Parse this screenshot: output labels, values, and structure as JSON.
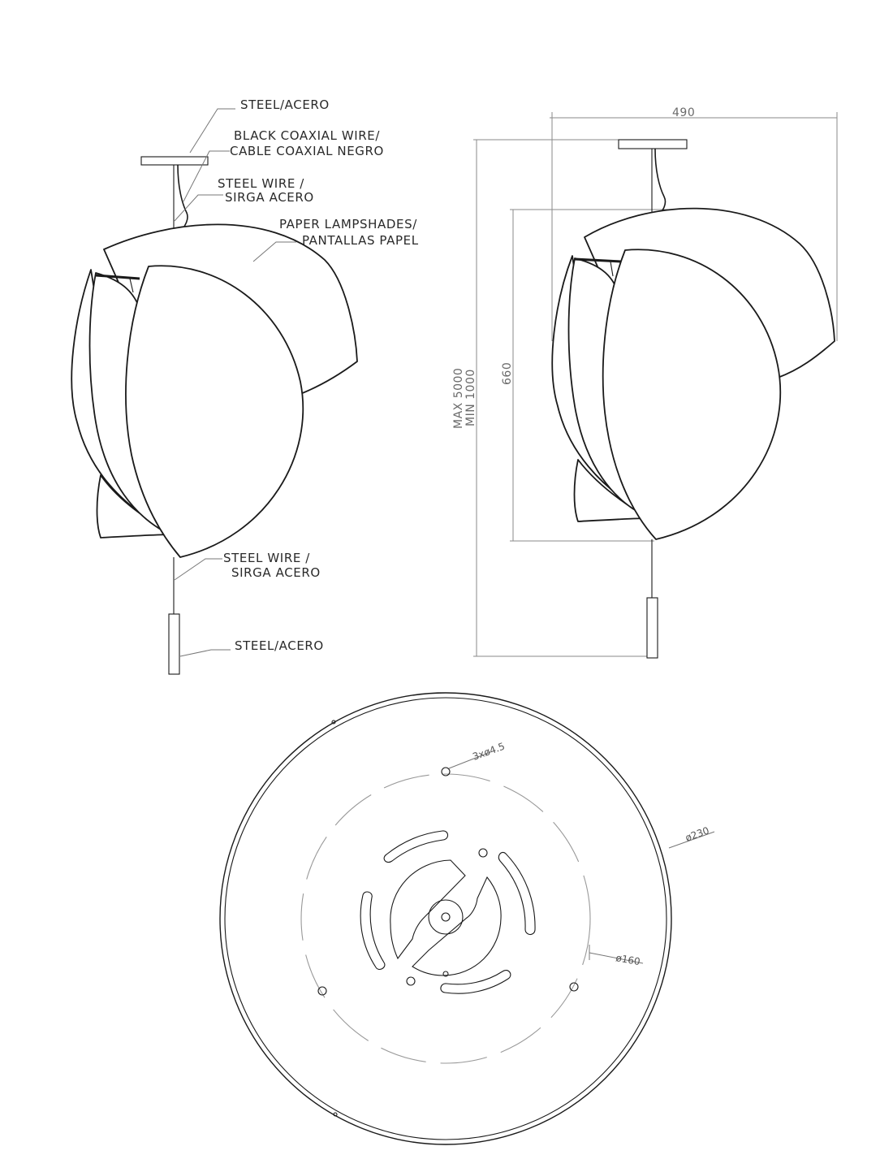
{
  "labels": {
    "steel_top": "STEEL/ACERO",
    "coax_1": "BLACK COAXIAL WIRE/",
    "coax_2": "CABLE COAXIAL NEGRO",
    "wire_top_1": "STEEL WIRE /",
    "wire_top_2": "SIRGA ACERO",
    "shade_1": "PAPER LAMPSHADES/",
    "shade_2": "PANTALLAS PAPEL",
    "wire_bottom_1": "STEEL WIRE /",
    "wire_bottom_2": "SIRGA ACERO",
    "steel_bottom": "STEEL/ACERO"
  },
  "dimensions": {
    "width": "490",
    "drop_max": "MAX 5000",
    "drop_min": "MIN 1000",
    "shade_height": "660",
    "holes": "3xø4.5",
    "canopy_diameter": "ø230",
    "hole_circle": "ø160"
  },
  "colors": {
    "ink": "#1a1a1a",
    "dimension": "#8a8a8a",
    "background": "#ffffff"
  }
}
